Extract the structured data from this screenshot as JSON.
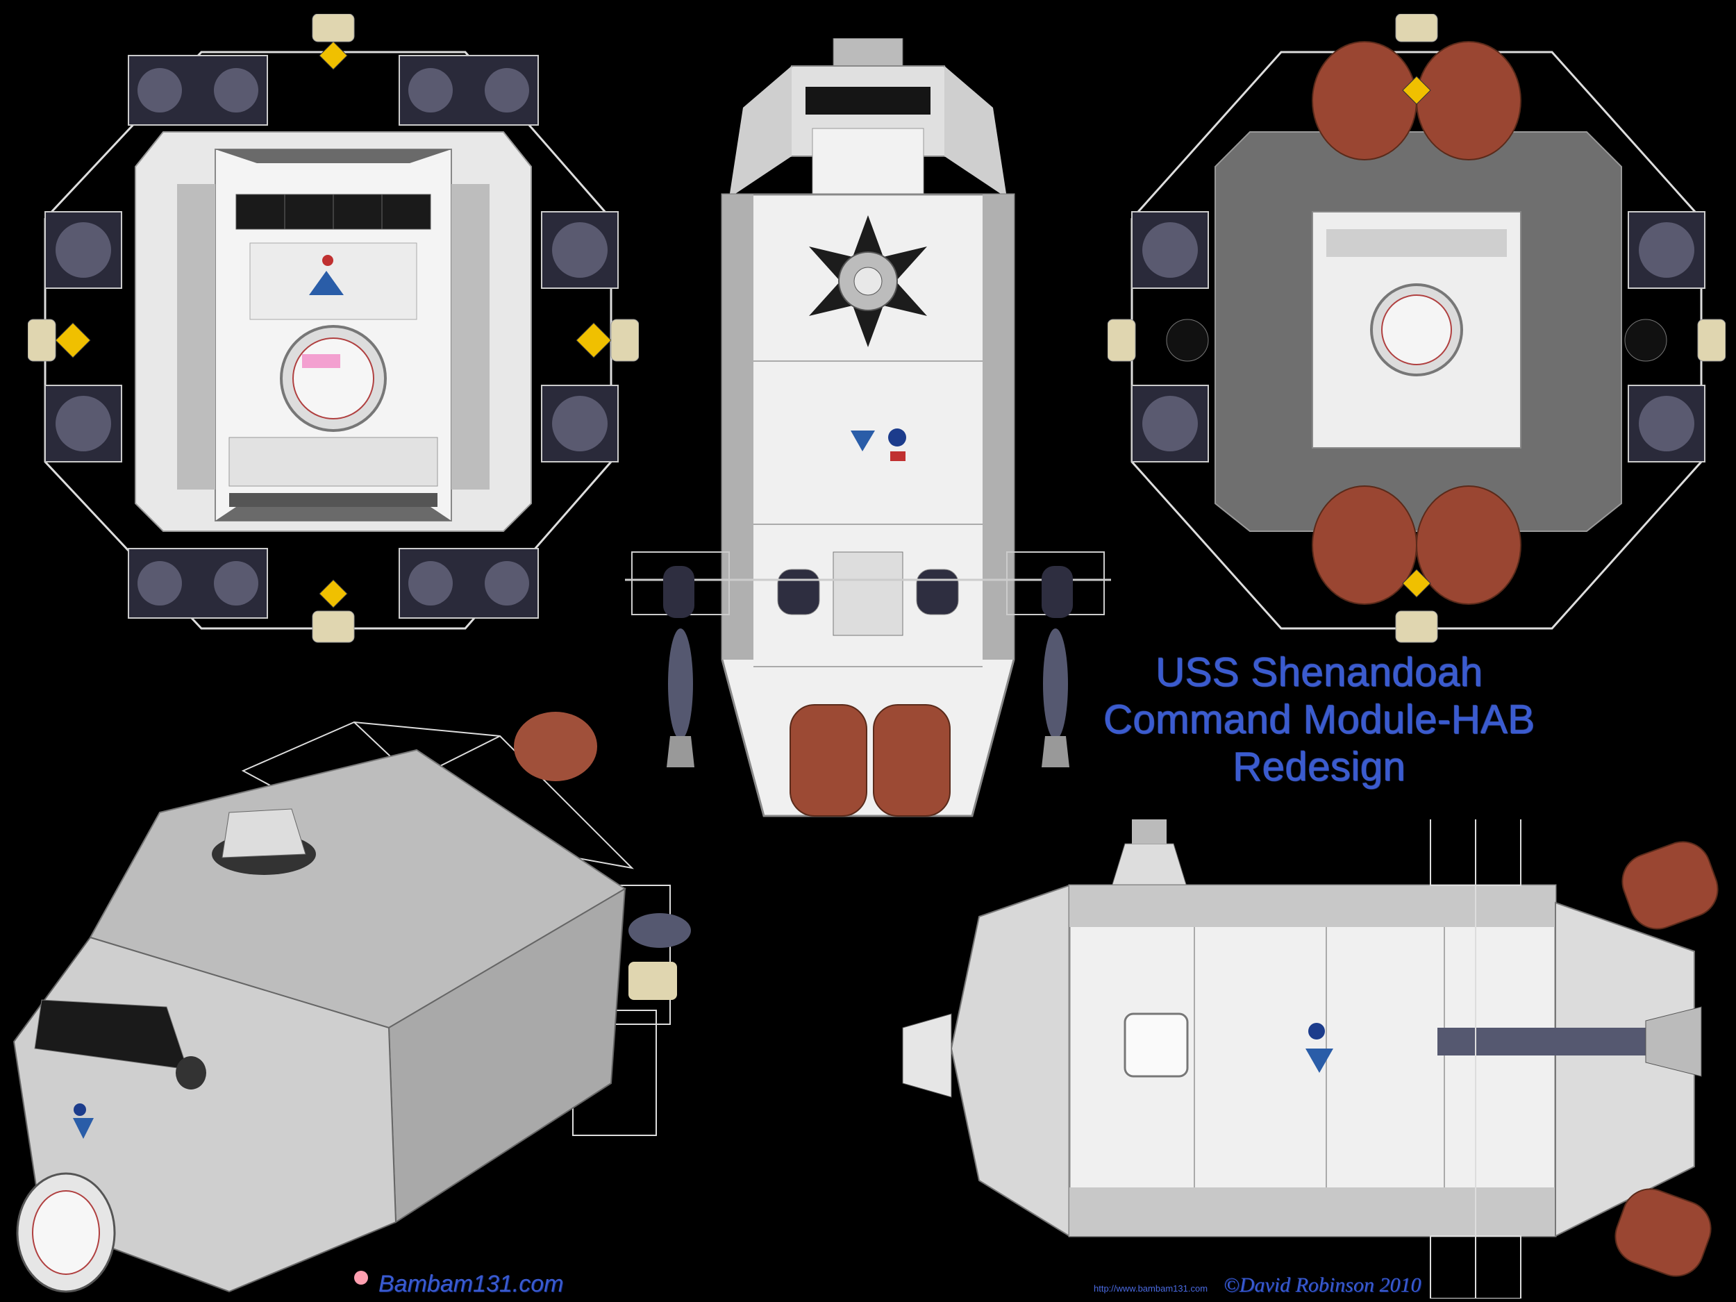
{
  "title": {
    "line1": "USS Shenandoah",
    "line2": "Command Module-HAB",
    "line3": "Redesign"
  },
  "credits": {
    "site": "Bambam131.com",
    "url": "http://www.bambam131.com",
    "author": "©David Robinson 2010"
  },
  "views": [
    "front-view",
    "top-view",
    "rear-view",
    "perspective-view",
    "side-view"
  ],
  "colors": {
    "background": "#000000",
    "title_blue": "#3a5bd0",
    "hull_white": "#eeeeee",
    "hull_gray": "#8a8a8a",
    "tank_copper": "#a0503a",
    "thruster_yellow": "#f0c000"
  }
}
